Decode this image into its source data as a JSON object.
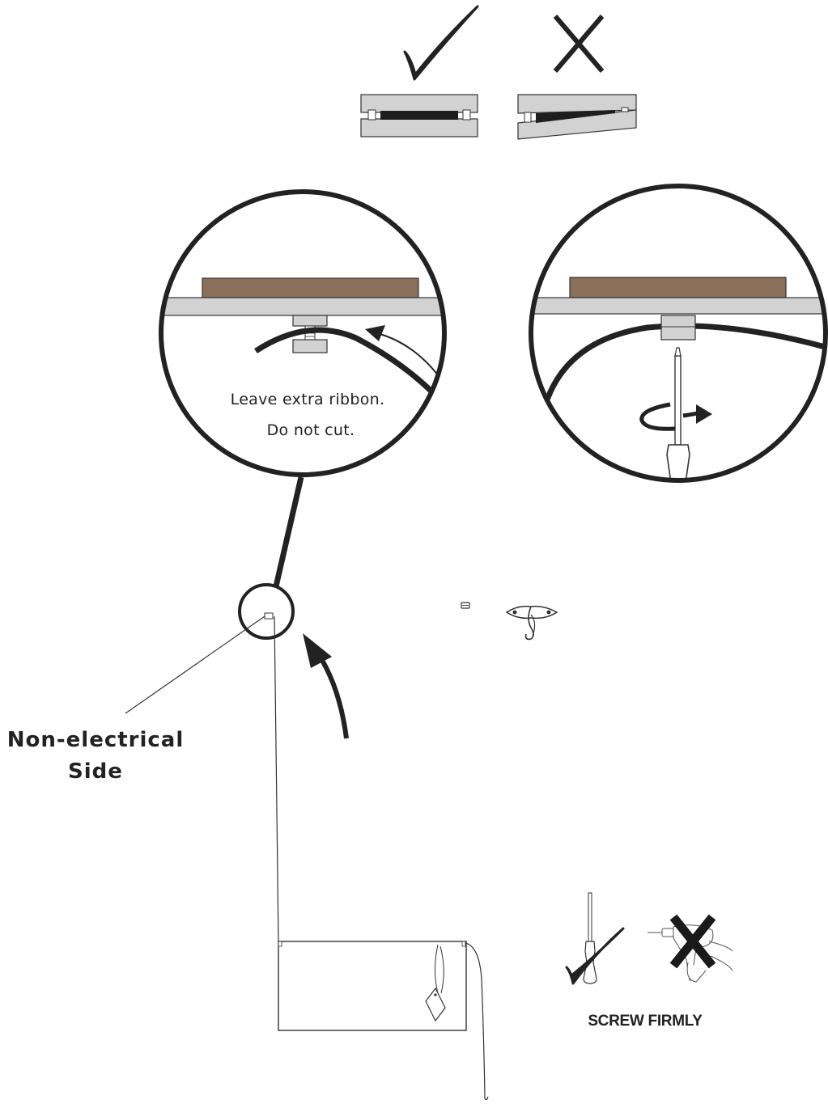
{
  "labels": {
    "leave_ribbon": "Leave extra ribbon.",
    "do_not_cut": "Do not cut.",
    "side_line1": "Non-electrical",
    "side_line2": "Side",
    "screw_firmly": "SCREW FIRMLY"
  },
  "icons": {
    "correct": "checkmark-icon",
    "incorrect": "cross-icon",
    "tool_ok": "screwdriver-icon",
    "tool_not_ok": "power-drill-icon",
    "hook": "ceiling-hook-icon"
  },
  "colors": {
    "ink": "#222222",
    "wood": "#8a6f5a",
    "metal": "#d2d2d2",
    "magnet": "#1e1e1e"
  }
}
